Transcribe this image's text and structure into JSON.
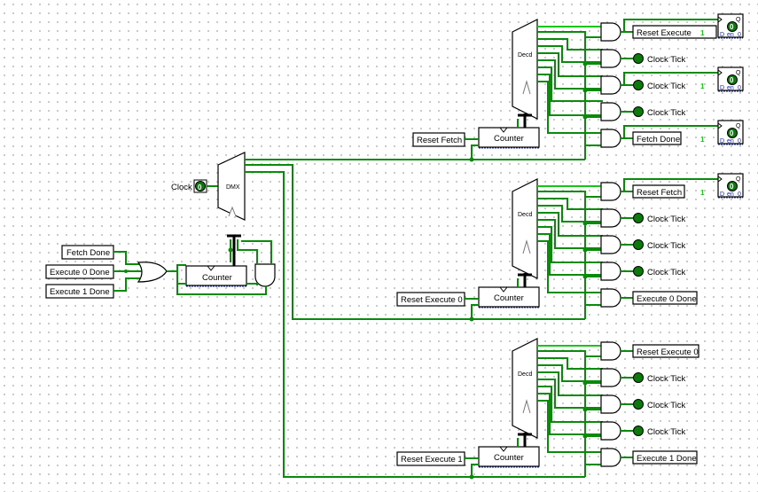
{
  "inputs": {
    "fetch_done": "Fetch Done",
    "execute0_done": "Execute 0 Done",
    "execute1_done": "Execute 1 Done",
    "clock": "Clock",
    "reset_fetch": "Reset Fetch",
    "reset_execute0": "Reset Execute 0",
    "reset_execute1": "Reset Execute 1"
  },
  "components": {
    "counter": "Counter",
    "decoder": "Decd",
    "demux": "DMX",
    "zero": "0",
    "one": "1",
    "q": "Q",
    "d": "D",
    "en": "en"
  },
  "section_fetch": {
    "outputs": [
      "Reset Execute ",
      "Clock Tick",
      "Clock Tick",
      "Clock Tick",
      "Fetch Done"
    ]
  },
  "section_exec0": {
    "outputs": [
      "Reset Fetch",
      "Clock Tick",
      "Clock Tick",
      "Clock Tick",
      "Execute 0 Done"
    ]
  },
  "section_exec1": {
    "outputs": [
      "Reset Execute 0",
      "Clock Tick",
      "Clock Tick",
      "Clock Tick",
      "Execute 1 Done"
    ]
  }
}
